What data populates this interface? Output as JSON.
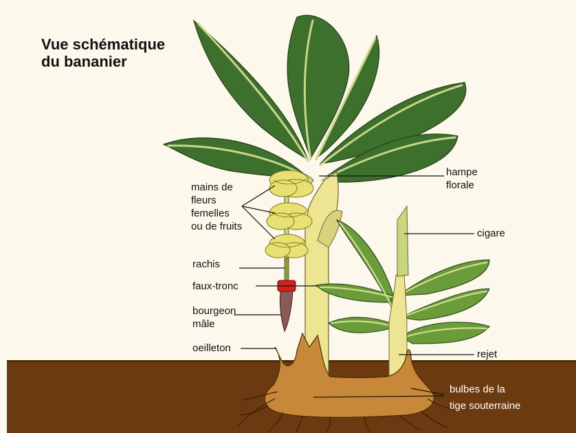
{
  "title": {
    "line1": "Vue schématique",
    "line2": "du bananier"
  },
  "labels": {
    "mains_de_fleurs": [
      "mains de",
      "fleurs",
      "femelles",
      "ou de fruits"
    ],
    "rachis": "rachis",
    "faux_tronc": "faux-tronc",
    "bourgeon_male": [
      "bourgeon",
      "mâle"
    ],
    "oeilleton": "oeilleton",
    "hampe_florale": [
      "hampe",
      "florale"
    ],
    "cigare": "cigare",
    "rejet": "rejet",
    "bulbes": [
      "bulbes de la",
      "tige souterraine"
    ]
  },
  "colors": {
    "background": "#fcf8eb",
    "soil": "#6b3a10",
    "leaf_dark": "#3d6f2d",
    "leaf_light": "#6a9c3a",
    "stem": "#ede592",
    "fruit": "#e8e070",
    "bulb": "#c8883a",
    "flower_bud": "#d2201c"
  }
}
